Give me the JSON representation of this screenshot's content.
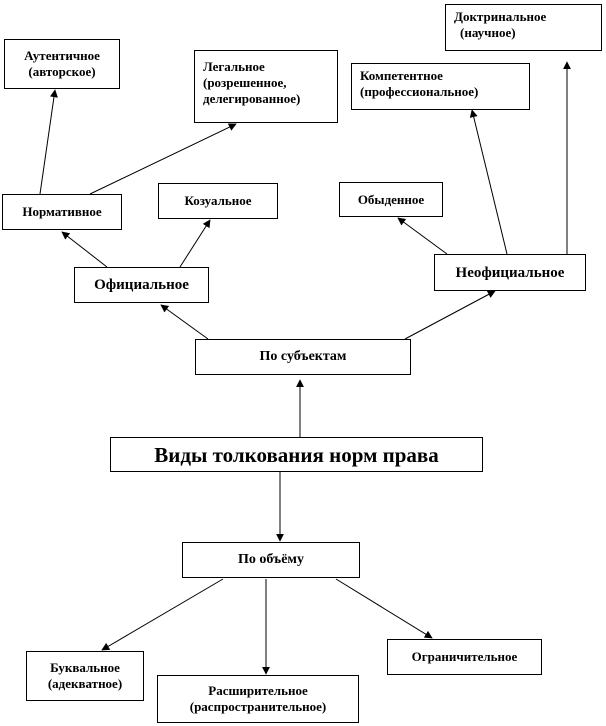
{
  "nodes": {
    "root": "Виды толкования норм права",
    "by_subject": "По субъектам",
    "by_volume": "По объёму",
    "official": "Официальное",
    "unofficial": "Неофициальное",
    "normative": "Нормативное",
    "casual": "Козуальное",
    "authentic": [
      "Аутентичное",
      "(авторское)"
    ],
    "legal": [
      "Легальное",
      "(розрешенное,",
      "делегированное)"
    ],
    "everyday": "Обыденное",
    "competent": [
      "Компетентное",
      "(профессиональное)"
    ],
    "doctrinal": [
      "Доктринальное",
      "(научное)"
    ],
    "literal": [
      "Буквальное",
      "(адекватное)"
    ],
    "extensive": [
      "Расширительное",
      "(распространительное)"
    ],
    "restrictive": "Ограничительное"
  }
}
